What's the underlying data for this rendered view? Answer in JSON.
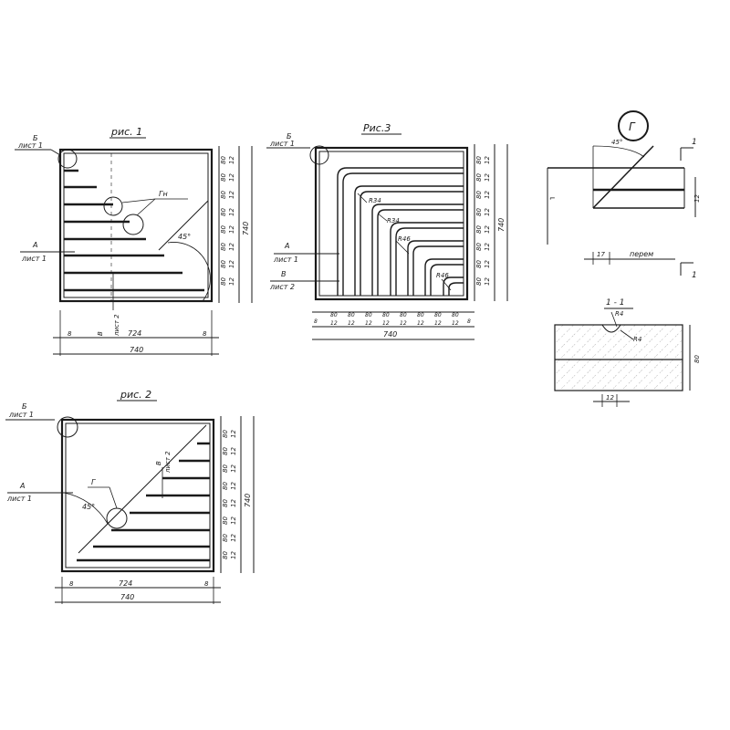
{
  "fig1": {
    "title": "рис. 1",
    "callout_b": "Б",
    "callout_b_sheet": "лист 1",
    "callout_a": "А",
    "callout_a_sheet": "лист 1",
    "callout_gn": "Гн",
    "callout_v": "В",
    "callout_v_sheet": "лист 2",
    "angle": "45°",
    "right_dims": [
      "80",
      "12",
      "80",
      "12",
      "80",
      "12",
      "80",
      "12",
      "80",
      "12",
      "80",
      "12",
      "80",
      "12",
      "80",
      "12"
    ],
    "overall_vertical": "740",
    "dim_left": "8",
    "dim_mid": "724",
    "dim_right": "8",
    "dim_total": "740"
  },
  "fig2": {
    "title": "рис. 2",
    "callout_b": "Б",
    "callout_b_sheet": "лист 1",
    "callout_a": "А",
    "callout_a_sheet": "лист 1",
    "callout_g": "Г",
    "callout_v": "В",
    "callout_v_sheet": "лист 2",
    "angle": "45°",
    "right_dims": [
      "80",
      "12",
      "80",
      "12",
      "80",
      "12",
      "80",
      "12",
      "80",
      "12",
      "80",
      "12",
      "80",
      "12",
      "80",
      "12"
    ],
    "overall_vertical": "740",
    "dim_left": "8",
    "dim_mid": "724",
    "dim_right": "8",
    "dim_total": "740"
  },
  "fig3": {
    "title": "Рис.3",
    "callout_b": "Б",
    "callout_b_sheet": "лист 1",
    "callout_a": "А",
    "callout_a_sheet": "лист 1",
    "callout_v": "В",
    "callout_v_sheet": "лист 2",
    "radii": [
      "R34",
      "R34",
      "R46",
      "R46"
    ],
    "right_dims": [
      "80",
      "12",
      "80",
      "12",
      "80",
      "12",
      "80",
      "12",
      "80",
      "12",
      "80",
      "12",
      "80",
      "12",
      "80",
      "12"
    ],
    "overall_vertical": "740",
    "bottom_dims": [
      "8",
      "80",
      "12",
      "80",
      "12",
      "80",
      "12",
      "80",
      "12",
      "80",
      "12",
      "80",
      "12",
      "80",
      "12",
      "80",
      "12",
      "8"
    ],
    "dim_total": "740"
  },
  "detail_g": {
    "circle_label": "Г",
    "angle": "45°",
    "section_mark_top": "1",
    "section_mark_bottom": "1",
    "dim_17": "17",
    "dim_label": "перем",
    "dim_12": "12"
  },
  "section": {
    "title": "1 - 1",
    "label_r4_top": "R4",
    "label_r4_bottom": "R4",
    "dim_height": "80",
    "dim_bottom": "12"
  }
}
